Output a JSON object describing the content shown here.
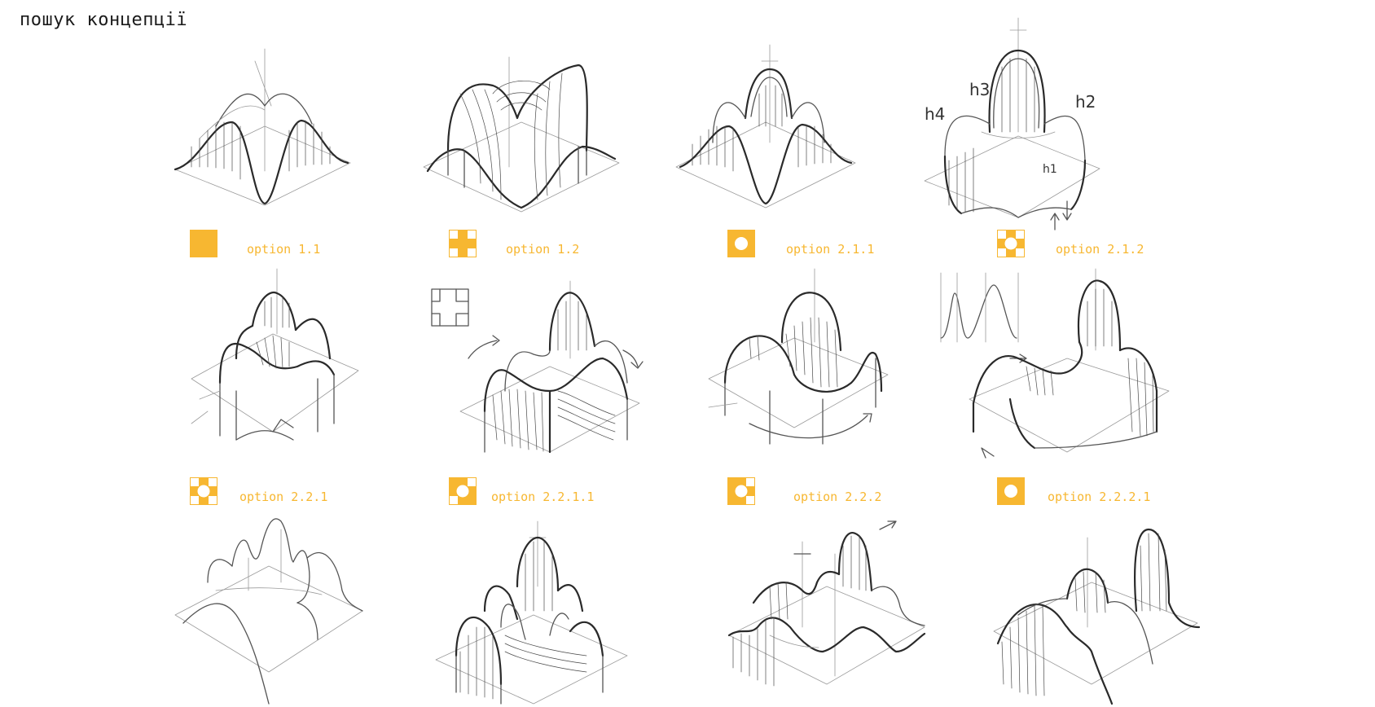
{
  "header": {
    "title": "пошук концепції"
  },
  "colors": {
    "accent": "#f7b731",
    "sketch": "#4a4a4a"
  },
  "options": [
    {
      "label": "option 1.1",
      "icon": "solid-square-icon"
    },
    {
      "label": "option 1.2",
      "icon": "cross-shape-icon"
    },
    {
      "label": "option 2.1.1",
      "icon": "square-circle-icon"
    },
    {
      "label": "option 2.1.2",
      "icon": "cross-circle-icon"
    },
    {
      "label": "option 2.2.1",
      "icon": "cross-circle-icon"
    },
    {
      "label": "option 2.2.1.1",
      "icon": "notched-circle-icon"
    },
    {
      "label": "option 2.2.2",
      "icon": "stepped-circle-icon"
    },
    {
      "label": "option 2.2.2.1",
      "icon": "square-circle-icon"
    }
  ],
  "annotations": {
    "h1": "h1",
    "h2": "h2",
    "h3": "h3",
    "h4": "h4"
  }
}
